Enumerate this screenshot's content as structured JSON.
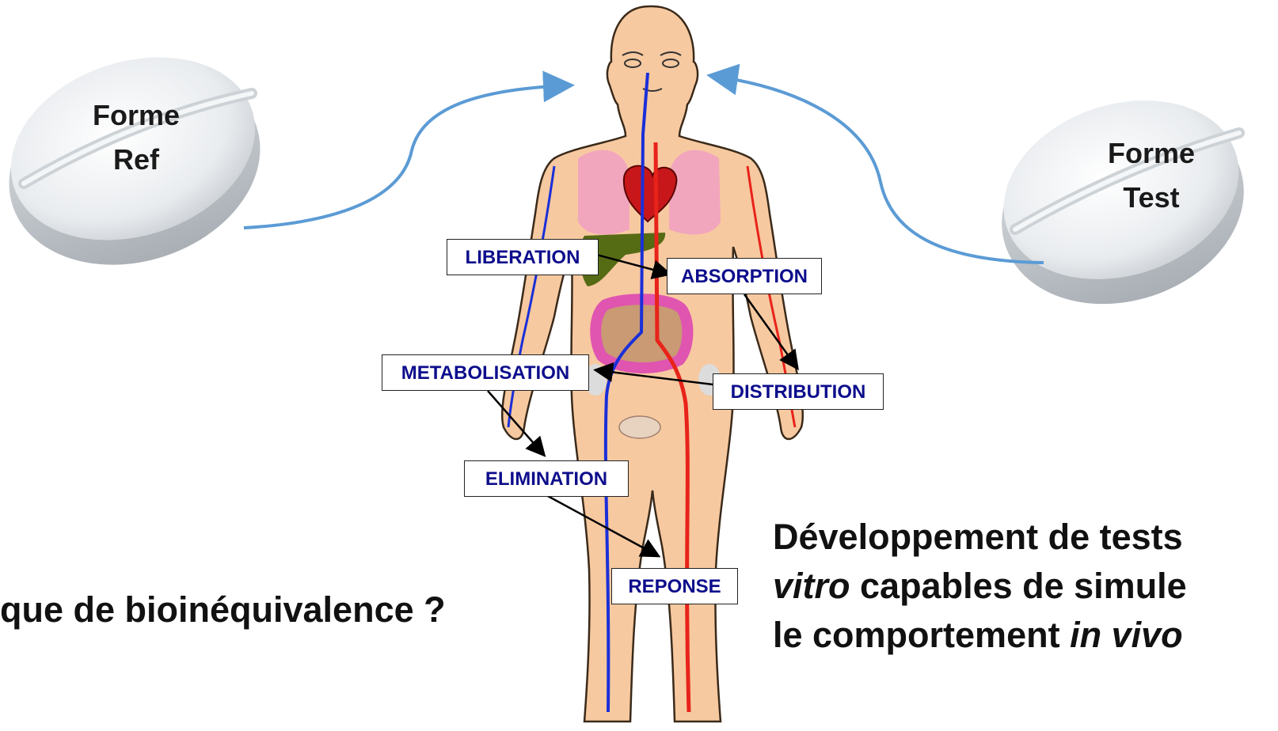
{
  "tablets": {
    "ref": {
      "line1": "Forme",
      "line2": "Ref"
    },
    "test": {
      "line1": "Forme",
      "line2": "Test"
    }
  },
  "stages": {
    "liberation": "LIBERATION",
    "absorption": "ABSORPTION",
    "metabolisation": "METABOLISATION",
    "distribution": "DISTRIBUTION",
    "elimination": "ELIMINATION",
    "reponse": "REPONSE"
  },
  "left_caption": "que de bioinéquivalence ?",
  "right_caption": {
    "line1": "Développement de tests",
    "line2_italic": "vitro",
    "line2_rest": " capables de simule",
    "line3_start": "le comportement ",
    "line3_italic": "in vivo"
  },
  "colors": {
    "arrow_curve": "#5b9bd5",
    "stage_text": "#0d0d8c",
    "vein": "#1a2fd9",
    "artery": "#e8231a",
    "skin": "#f7c9a0"
  }
}
